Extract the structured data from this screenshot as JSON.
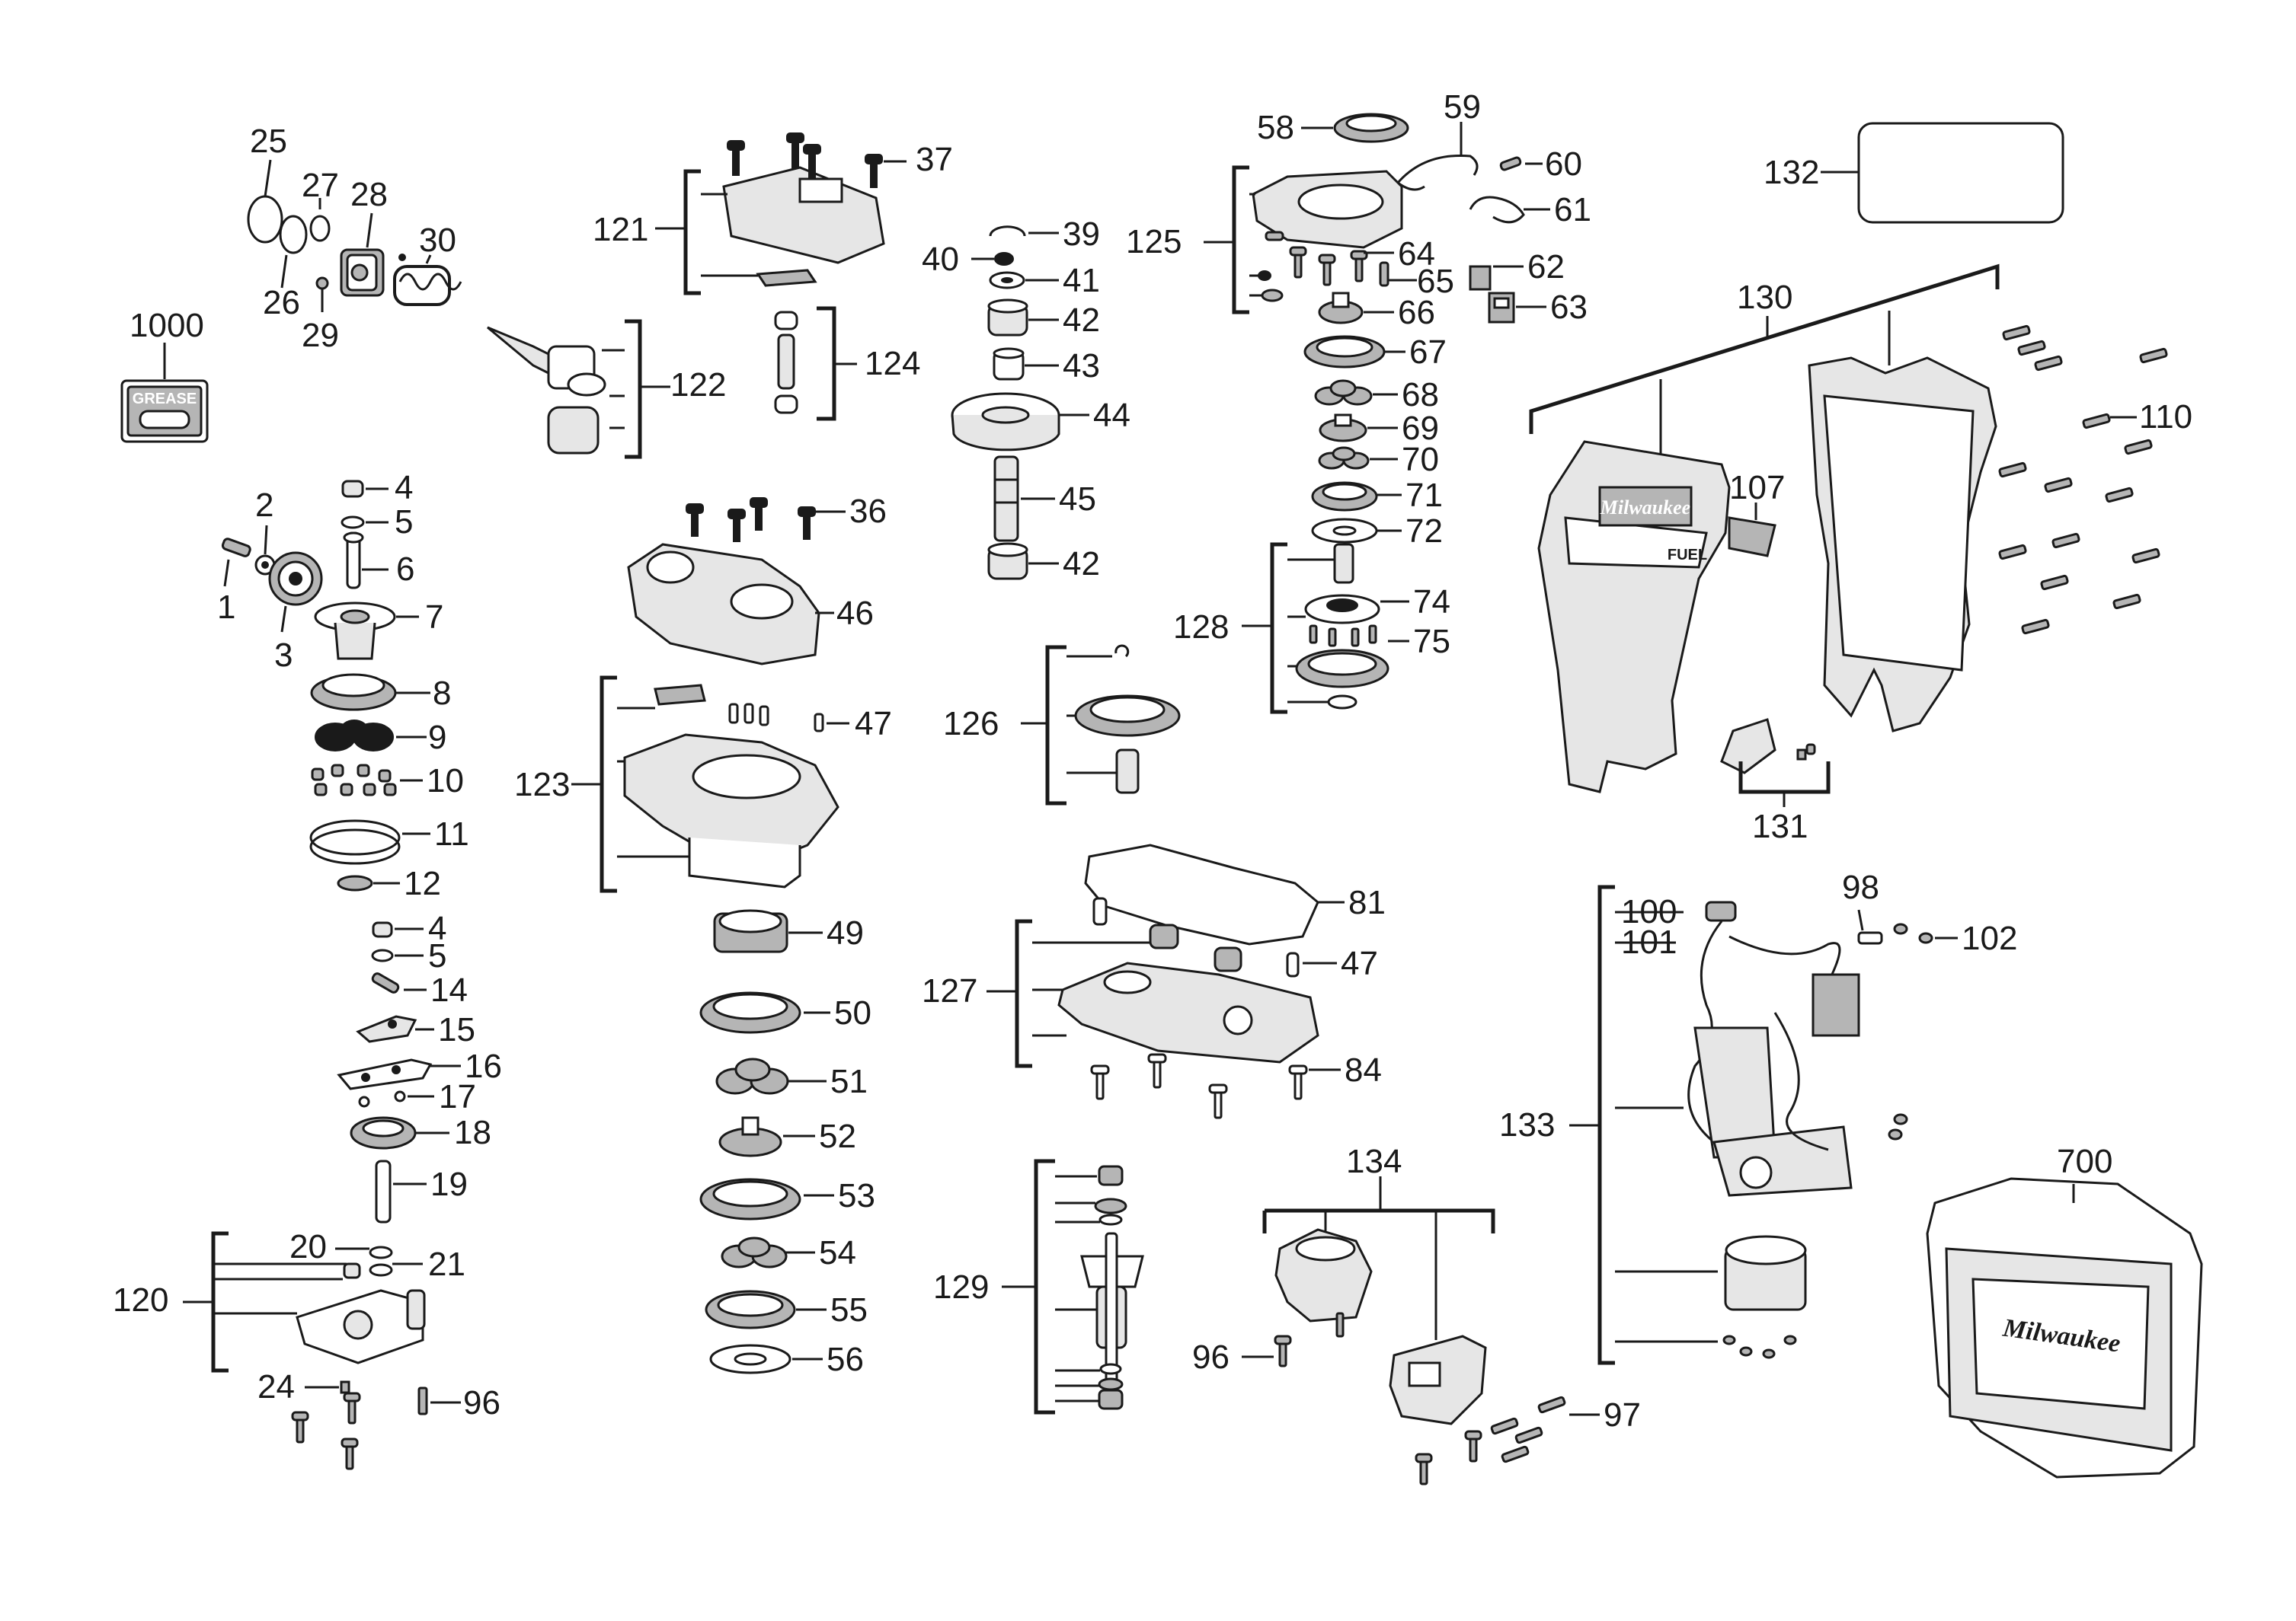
{
  "labels": {
    "l1000": "1000",
    "grease": "GREASE",
    "l25": "25",
    "l26": "26",
    "l27": "27",
    "l28": "28",
    "l29": "29",
    "l30": "30",
    "l122": "122",
    "l121": "121",
    "l37": "37",
    "l124": "124",
    "l1": "1",
    "l2": "2",
    "l3": "3",
    "l4a": "4",
    "l5a": "5",
    "l6": "6",
    "l7": "7",
    "l8": "8",
    "l9": "9",
    "l10": "10",
    "l11": "11",
    "l12": "12",
    "l4b": "4",
    "l5b": "5",
    "l14": "14",
    "l15": "15",
    "l16": "16",
    "l17": "17",
    "l18": "18",
    "l19": "19",
    "l20": "20",
    "l21": "21",
    "l120": "120",
    "l24": "24",
    "l96a": "96",
    "l36": "36",
    "l46": "46",
    "l123": "123",
    "l47a": "47",
    "l49": "49",
    "l50": "50",
    "l51": "51",
    "l52": "52",
    "l53": "53",
    "l54": "54",
    "l55": "55",
    "l56": "56",
    "l39": "39",
    "l40": "40",
    "l41": "41",
    "l42a": "42",
    "l43": "43",
    "l44": "44",
    "l45": "45",
    "l42b": "42",
    "l126": "126",
    "l81": "81",
    "l127": "127",
    "l47b": "47",
    "l84": "84",
    "l129": "129",
    "l58": "58",
    "l59": "59",
    "l60": "60",
    "l61": "61",
    "l125": "125",
    "l64": "64",
    "l65": "65",
    "l62": "62",
    "l63": "63",
    "l66": "66",
    "l67": "67",
    "l68": "68",
    "l69": "69",
    "l70": "70",
    "l71": "71",
    "l72": "72",
    "l128": "128",
    "l74": "74",
    "l75": "75",
    "l134": "134",
    "l96b": "96",
    "l97": "97",
    "l132": "132",
    "l130": "130",
    "l107": "107",
    "l110": "110",
    "l131": "131",
    "l98": "98",
    "l100": "100",
    "l101": "101",
    "l102": "102",
    "l133": "133",
    "l700": "700",
    "brand_housing": "Milwaukee",
    "brand_case": "Milwaukee",
    "fuel": "FUEL"
  }
}
